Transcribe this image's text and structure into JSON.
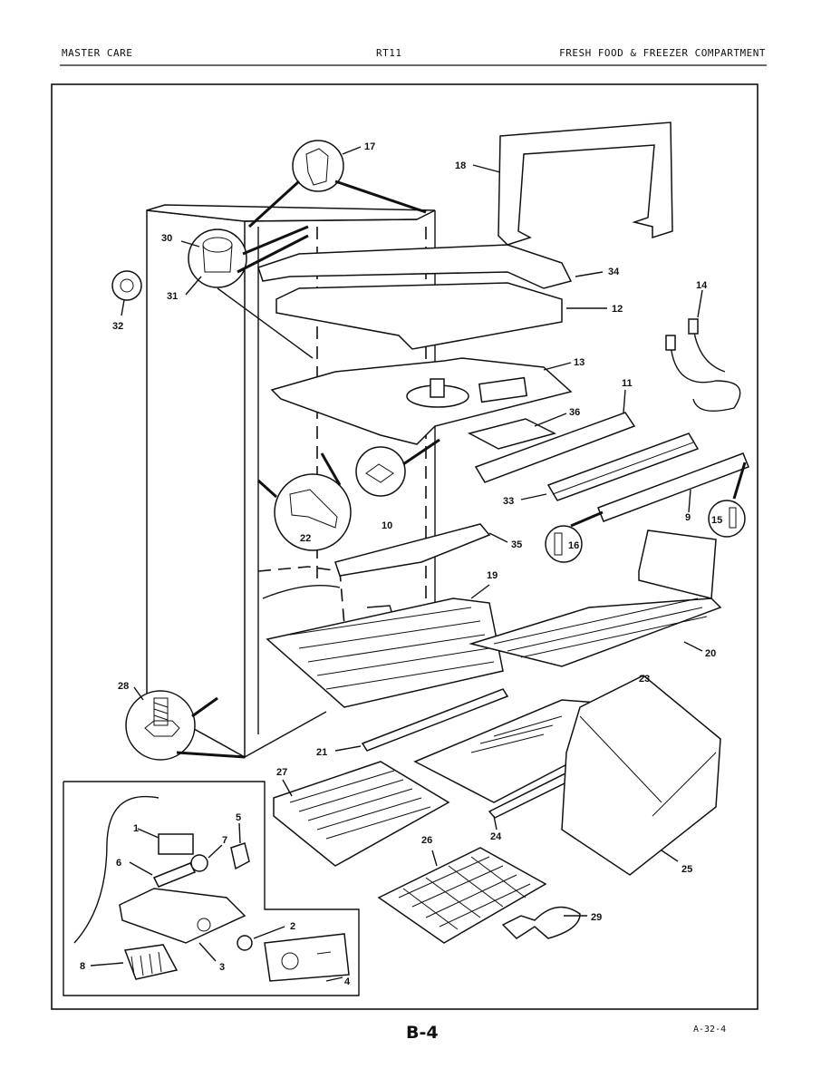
{
  "header": {
    "left": "MASTER CARE",
    "center": "RT11",
    "right": "FRESH FOOD & FREEZER COMPARTMENT"
  },
  "footer": {
    "page": "B-4",
    "code": "A-32-4"
  },
  "callouts": [
    "1",
    "2",
    "3",
    "4",
    "5",
    "6",
    "7",
    "8",
    "9",
    "10",
    "11",
    "12",
    "13",
    "14",
    "15",
    "16",
    "17",
    "18",
    "19",
    "20",
    "21",
    "22",
    "23",
    "24",
    "25",
    "26",
    "27",
    "28",
    "29",
    "30",
    "31",
    "32",
    "33",
    "34",
    "35",
    "36"
  ]
}
